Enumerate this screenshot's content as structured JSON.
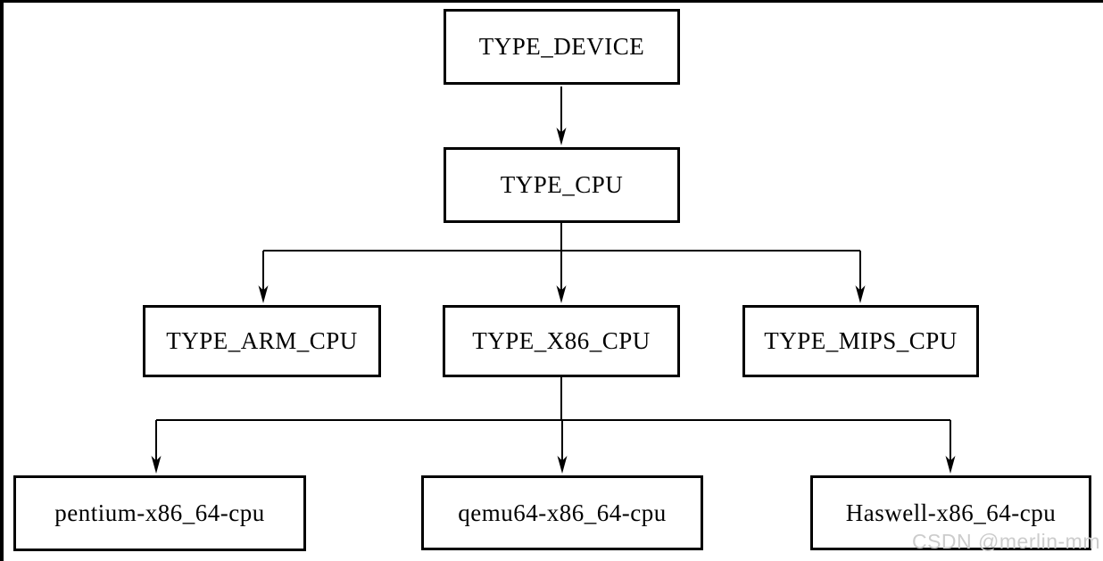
{
  "diagram": {
    "type": "tree",
    "nodes": {
      "device": {
        "label": "TYPE_DEVICE"
      },
      "cpu": {
        "label": "TYPE_CPU"
      },
      "arm": {
        "label": "TYPE_ARM_CPU"
      },
      "x86": {
        "label": "TYPE_X86_CPU"
      },
      "mips": {
        "label": "TYPE_MIPS_CPU"
      },
      "pentium": {
        "label": "pentium-x86_64-cpu"
      },
      "qemu64": {
        "label": "qemu64-x86_64-cpu"
      },
      "haswell": {
        "label": "Haswell-x86_64-cpu"
      }
    },
    "edges": [
      {
        "from": "TYPE_DEVICE",
        "to": "TYPE_CPU"
      },
      {
        "from": "TYPE_CPU",
        "to": "TYPE_ARM_CPU"
      },
      {
        "from": "TYPE_CPU",
        "to": "TYPE_X86_CPU"
      },
      {
        "from": "TYPE_CPU",
        "to": "TYPE_MIPS_CPU"
      },
      {
        "from": "TYPE_X86_CPU",
        "to": "pentium-x86_64-cpu"
      },
      {
        "from": "TYPE_X86_CPU",
        "to": "qemu64-x86_64-cpu"
      },
      {
        "from": "TYPE_X86_CPU",
        "to": "Haswell-x86_64-cpu"
      }
    ],
    "colors": {
      "line": "#000000",
      "box_border": "#000000",
      "box_background": "#ffffff",
      "text": "#000000",
      "watermark": "#cccccc"
    }
  },
  "watermark": {
    "text": "CSDN @merlin-mm"
  }
}
